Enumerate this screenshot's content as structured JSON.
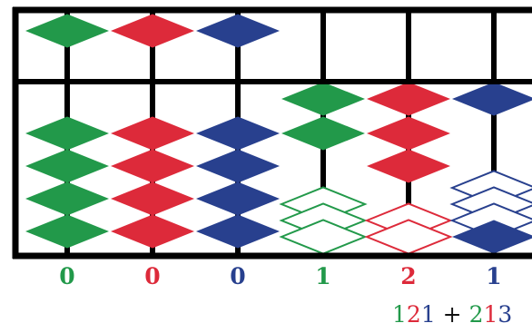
{
  "colors": {
    "green": "#22994a",
    "red": "#dd2a3a",
    "blue": "#28408e",
    "frame": "#000000"
  },
  "rods": [
    {
      "color": "green",
      "upper_bead_active": false,
      "lower_beads_active": 4,
      "digit": "0"
    },
    {
      "color": "red",
      "upper_bead_active": false,
      "lower_beads_active": 4,
      "digit": "0"
    },
    {
      "color": "blue",
      "upper_bead_active": false,
      "lower_beads_active": 4,
      "digit": "0"
    },
    {
      "color": "green",
      "upper_bead_active": true,
      "lower_beads_active": 1,
      "digit": "1"
    },
    {
      "color": "red",
      "upper_bead_active": true,
      "lower_beads_active": 2,
      "digit": "2"
    },
    {
      "color": "blue",
      "upper_bead_active": true,
      "lower_beads_active": 0,
      "digit": "1"
    }
  ],
  "expression": {
    "a1": "1",
    "a2": "2",
    "a3": "1",
    "plus": " + ",
    "b1": "2",
    "b2": "1",
    "b3": "3"
  }
}
